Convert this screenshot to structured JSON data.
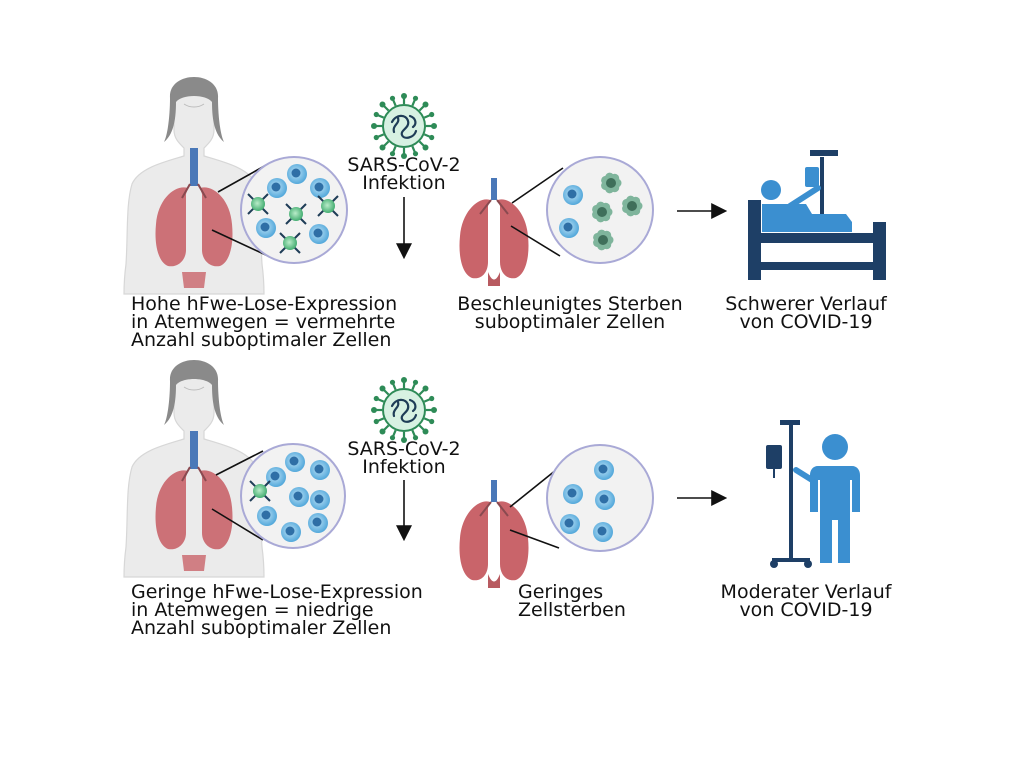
{
  "colors": {
    "cell_blue": "#4aa3d8",
    "cell_green": "#3aa86a",
    "virus_green": "#2e8b57",
    "virus_dark": "#1f3d57",
    "patient_blue": "#3b8fd0",
    "bed_dark": "#1e3f66",
    "lung_red": "#c9646a",
    "body_gray": "#ebebeb"
  },
  "rows": [
    {
      "virus_label": "SARS-CoV-2\nInfektion",
      "person_label": "Hohe hFwe-Lose-Expression\nin Atemwegen = vermehrte\nAnzahl suboptimaler Zellen",
      "lung_label": "Beschleunigtes Sterben\nsuboptimaler Zellen",
      "outcome_label": "Schwerer Verlauf\nvon COVID-19",
      "outcome_icon": "hospital-bed-patient-icon"
    },
    {
      "virus_label": "SARS-CoV-2\nInfektion",
      "person_label": "Geringe hFwe-Lose-Expression\nin Atemwegen = niedrige\nAnzahl suboptimaler Zellen",
      "lung_label": "Geringes\nZellsterben",
      "outcome_label": "Moderater Verlauf\nvon COVID-19",
      "outcome_icon": "standing-patient-with-iv-icon"
    }
  ]
}
